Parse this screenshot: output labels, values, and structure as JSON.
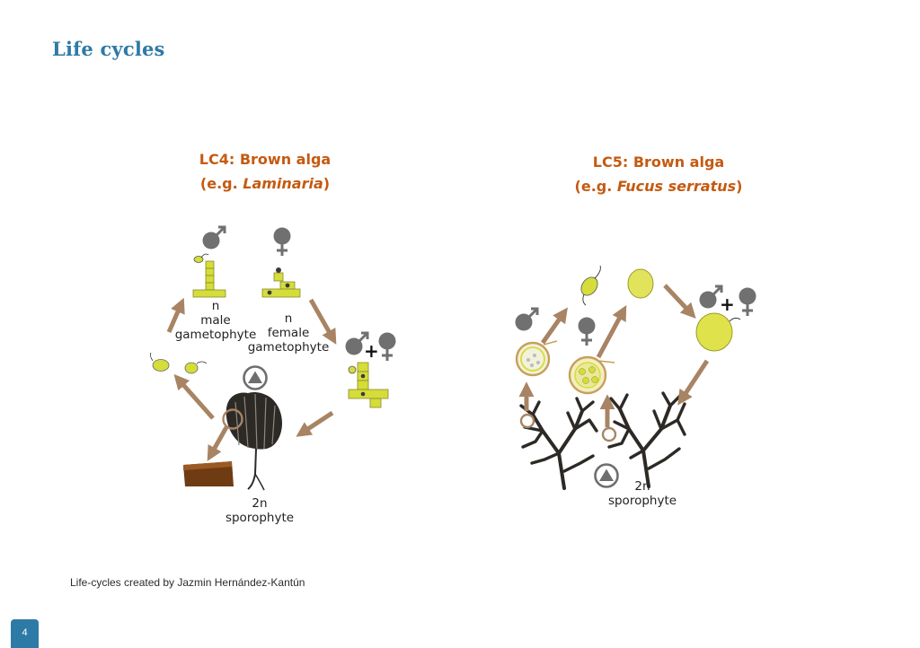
{
  "slide": {
    "title": "Life cycles",
    "credit": "Life-cycles created by Jazmin Hernández-Kantún",
    "page_number": "4"
  },
  "panels": [
    {
      "title_line1": "LC4: Brown alga",
      "title_line2_prefix": "(e.g. ",
      "title_line2_italic": "Laminaria",
      "title_line2_suffix": ")",
      "labels": {
        "male": "n\nmale\ngametophyte",
        "female": "n\nfemale\ngametophyte",
        "sporophyte": "2n\nsporophyte"
      },
      "symbols": [
        "♂",
        "♀",
        "♂+♀"
      ]
    },
    {
      "title_line1": "LC5: Brown alga",
      "title_line2_prefix": "(e.g. ",
      "title_line2_italic": "Fucus serratus",
      "title_line2_suffix": ")",
      "labels": {
        "sporophyte": "2n\nsporophyte"
      },
      "symbols": [
        "♂",
        "♀",
        "♂+♀"
      ]
    }
  ],
  "colors": {
    "title": "#2e7aa6",
    "panel_title": "#c55a11",
    "arrow": "#a88464",
    "cell_fill": "#d4dd3a",
    "symbol": "#707070",
    "alga": "#2d2a26"
  }
}
